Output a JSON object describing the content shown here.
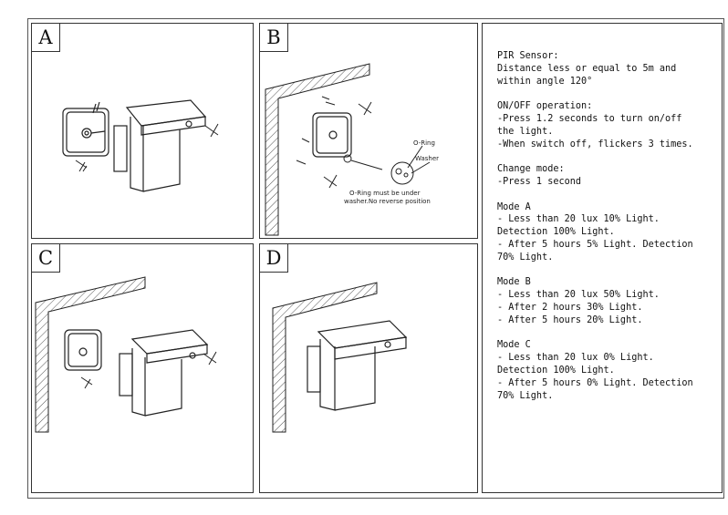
{
  "panels": [
    {
      "letter": "A"
    },
    {
      "letter": "B",
      "callouts": {
        "o_ring": "O-Ring",
        "washer": "Washer",
        "note_line1": "O-Ring must be under",
        "note_line2": "washer.No reverse position"
      }
    },
    {
      "letter": "C"
    },
    {
      "letter": "D"
    }
  ],
  "instructions": {
    "pir": [
      "PIR Sensor:",
      "Distance less or equal to 5m and",
      "within angle 120°"
    ],
    "onoff": [
      "ON/OFF operation:",
      "-Press 1.2 seconds to turn on/off",
      "the light.",
      "-When switch off, flickers 3 times."
    ],
    "change": [
      "Change mode:",
      "-Press 1 second"
    ],
    "mode_a": [
      "Mode A",
      "- Less than 20 lux 10% Light.",
      "Detection 100% Light.",
      "- After 5 hours 5% Light. Detection",
      "70% Light."
    ],
    "mode_b": [
      "Mode B",
      "- Less than 20 lux 50% Light.",
      "- After 2 hours 30% Light.",
      "- After 5 hours 20% Light."
    ],
    "mode_c": [
      "Mode C",
      "- Less than 20 lux 0% Light.",
      "Detection 100% Light.",
      "- After 5 hours 0% Light. Detection",
      "70% Light."
    ]
  }
}
